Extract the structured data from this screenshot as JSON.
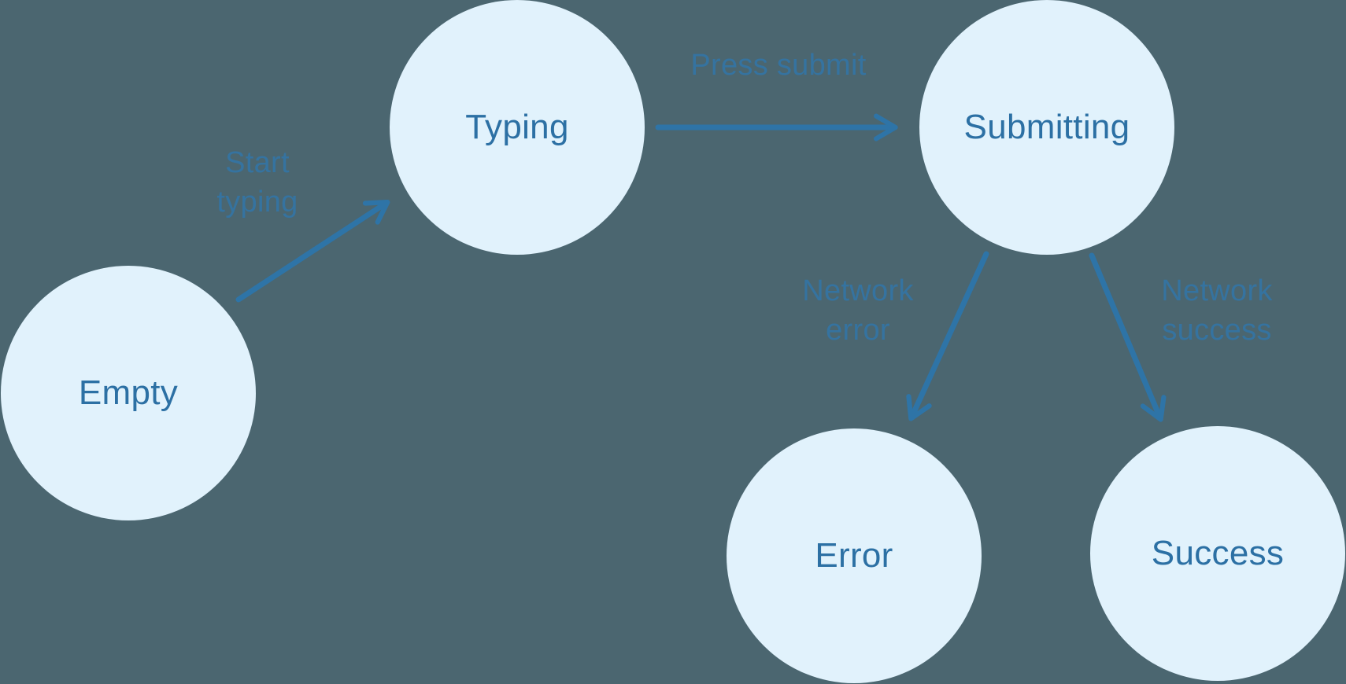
{
  "diagram": {
    "title": "form-submission-state-machine",
    "colors": {
      "background": "#4B6670",
      "node_fill": "#E1F2FC",
      "node_text_color": "#2C70A4",
      "edge_color": "#2E74A7",
      "edge_label_color": "#3573A0"
    },
    "nodes": [
      {
        "id": "empty",
        "label": "Empty"
      },
      {
        "id": "typing",
        "label": "Typing"
      },
      {
        "id": "submitting",
        "label": "Submitting"
      },
      {
        "id": "error",
        "label": "Error"
      },
      {
        "id": "success",
        "label": "Success"
      }
    ],
    "edges": [
      {
        "from": "empty",
        "to": "typing",
        "label": "Start typing",
        "lines": [
          "Start",
          "typing"
        ]
      },
      {
        "from": "typing",
        "to": "submitting",
        "label": "Press submit",
        "lines": [
          "Press submit"
        ]
      },
      {
        "from": "submitting",
        "to": "error",
        "label": "Network error",
        "lines": [
          "Network",
          "error"
        ]
      },
      {
        "from": "submitting",
        "to": "success",
        "label": "Network success",
        "lines": [
          "Network",
          "success"
        ]
      }
    ]
  }
}
